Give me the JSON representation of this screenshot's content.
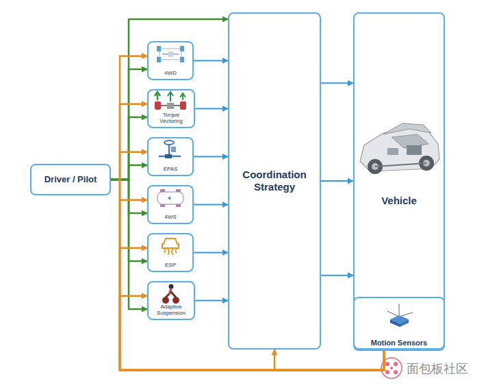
{
  "diagram": {
    "nodes": [
      {
        "text": [
          "Driver / Pilot"
        ]
      },
      {
        "text": [
          "4WD"
        ]
      },
      {
        "text": [
          "Torque Vectoring"
        ]
      },
      {
        "text": [
          "EPAS"
        ]
      },
      {
        "text": [
          "4WS"
        ]
      },
      {
        "text": [
          "ESP"
        ]
      },
      {
        "text": [
          "Adaptive Suspension"
        ]
      },
      {
        "text": [
          "Coordination Strategy"
        ]
      },
      {
        "text": [
          "Vehicle"
        ]
      },
      {
        "text": [
          "Motion Sensors"
        ],
        "in": 8
      }
    ],
    "edges": [
      {
        "from": 0,
        "to": 7,
        "arrow": "to"
      },
      {
        "from": 0,
        "to": 1,
        "arrow": "to"
      },
      {
        "from": 0,
        "to": 2,
        "arrow": "to"
      },
      {
        "from": 0,
        "to": 3,
        "arrow": "to"
      },
      {
        "from": 0,
        "to": 4,
        "arrow": "to"
      },
      {
        "from": 0,
        "to": 5,
        "arrow": "to"
      },
      {
        "from": 0,
        "to": 6,
        "arrow": "to"
      },
      {
        "from": 1,
        "to": 7,
        "arrow": "to"
      },
      {
        "from": 2,
        "to": 7,
        "arrow": "to"
      },
      {
        "from": 3,
        "to": 7,
        "arrow": "to"
      },
      {
        "from": 4,
        "to": 7,
        "arrow": "to"
      },
      {
        "from": 5,
        "to": 7,
        "arrow": "to"
      },
      {
        "from": 6,
        "to": 7,
        "arrow": "to"
      },
      {
        "from": 7,
        "to": 8,
        "arrow": "to"
      },
      {
        "from": 7,
        "to": 8,
        "arrow": "to"
      },
      {
        "from": 7,
        "to": 8,
        "arrow": "to"
      },
      {
        "from": 9,
        "to": 7,
        "arrow": "to"
      },
      {
        "from": 9,
        "to": 1,
        "arrow": "to"
      },
      {
        "from": 9,
        "to": 2,
        "arrow": "to"
      },
      {
        "from": 9,
        "to": 3,
        "arrow": "to"
      },
      {
        "from": 9,
        "to": 4,
        "arrow": "to"
      },
      {
        "from": 9,
        "to": 5,
        "arrow": "to"
      },
      {
        "from": 9,
        "to": 6,
        "arrow": "to"
      }
    ],
    "labels": [
      "面包板社区"
    ]
  }
}
